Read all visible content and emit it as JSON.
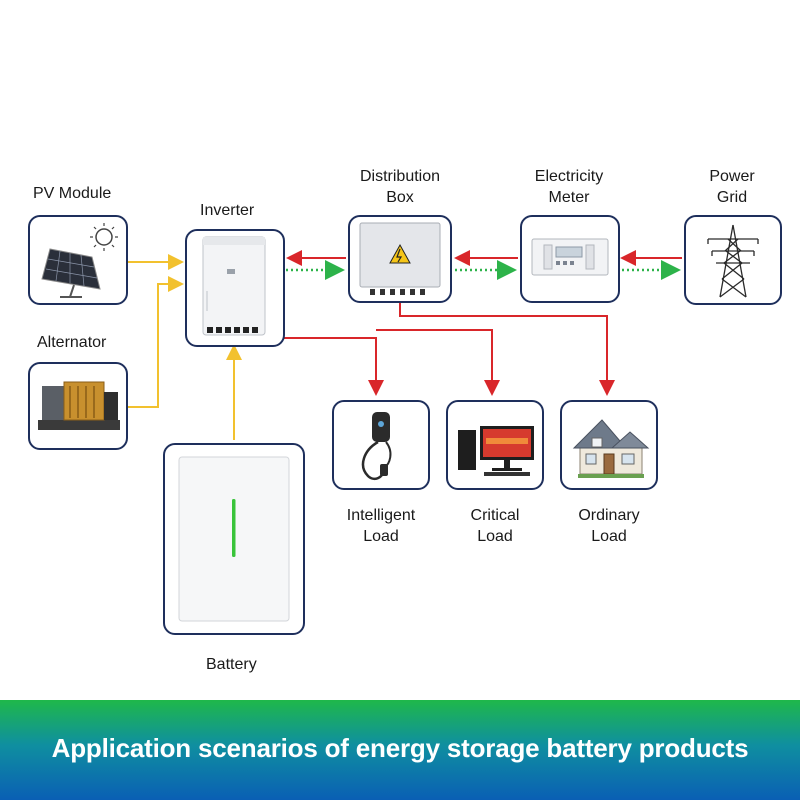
{
  "labels": {
    "pv_module": "PV Module",
    "inverter": "Inverter",
    "distribution_box_l1": "Distribution",
    "distribution_box_l2": "Box",
    "electricity_meter_l1": "Electricity",
    "electricity_meter_l2": "Meter",
    "power_grid_l1": "Power",
    "power_grid_l2": "Grid",
    "alternator": "Alternator",
    "intelligent_load_l1": "Intelligent",
    "intelligent_load_l2": "Load",
    "critical_load_l1": "Critical",
    "critical_load_l2": "Load",
    "ordinary_load_l1": "Ordinary",
    "ordinary_load_l2": "Load",
    "battery": "Battery"
  },
  "footer": {
    "title": "Application scenarios of energy storage battery products"
  },
  "colors": {
    "node_border": "#1e2f5c",
    "input_flow": "#f2c12e",
    "grid_flow": "#d9262a",
    "feedback_flow": "#2db34a",
    "battery_led": "#39c43a"
  },
  "icons": [
    "solar-panel-icon",
    "inverter-icon",
    "distribution-box-icon",
    "electricity-meter-icon",
    "power-pylon-icon",
    "generator-icon",
    "ev-charger-icon",
    "computer-icon",
    "house-icon",
    "battery-icon"
  ]
}
